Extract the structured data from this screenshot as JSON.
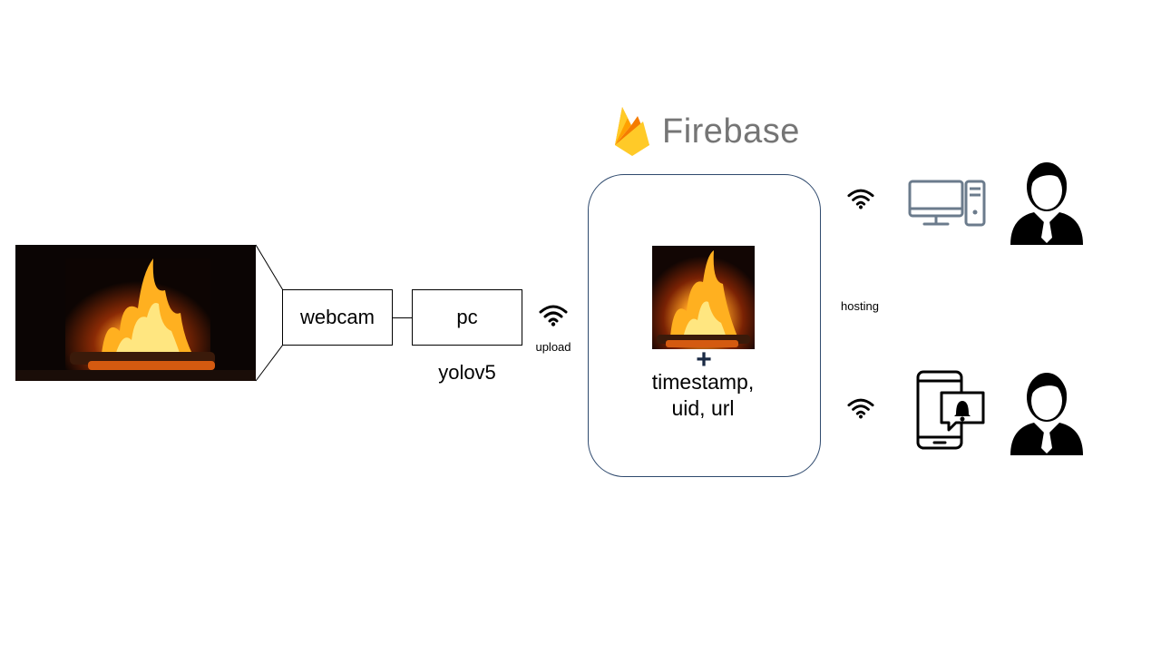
{
  "nodes": {
    "webcam_label": "webcam",
    "pc_label": "pc",
    "yolo_label": "yolov5",
    "upload_label": "upload",
    "firebase_logo_text": "Firebase",
    "plus_sign": "+",
    "payload_fields": [
      "timestamp,",
      "uid, url"
    ],
    "hosting_label": "hosting"
  },
  "icons": {
    "camera_source": "fireplace-image",
    "upload": "wifi-icon",
    "firebase": "firebase-flame-icon",
    "stored_image": "fire-thumbnail-image",
    "hosting_top": "wifi-icon",
    "hosting_bottom": "wifi-icon",
    "desktop": "desktop-computer-icon",
    "mobile": "smartphone-notification-icon",
    "user": "user-businessman-icon"
  },
  "colors": {
    "container_border": "#2f4a6e",
    "firebase_yellow": "#ffca28",
    "firebase_orange": "#f57c00",
    "firebase_text": "#757575",
    "desktop_icon": "#6b7b8c"
  }
}
